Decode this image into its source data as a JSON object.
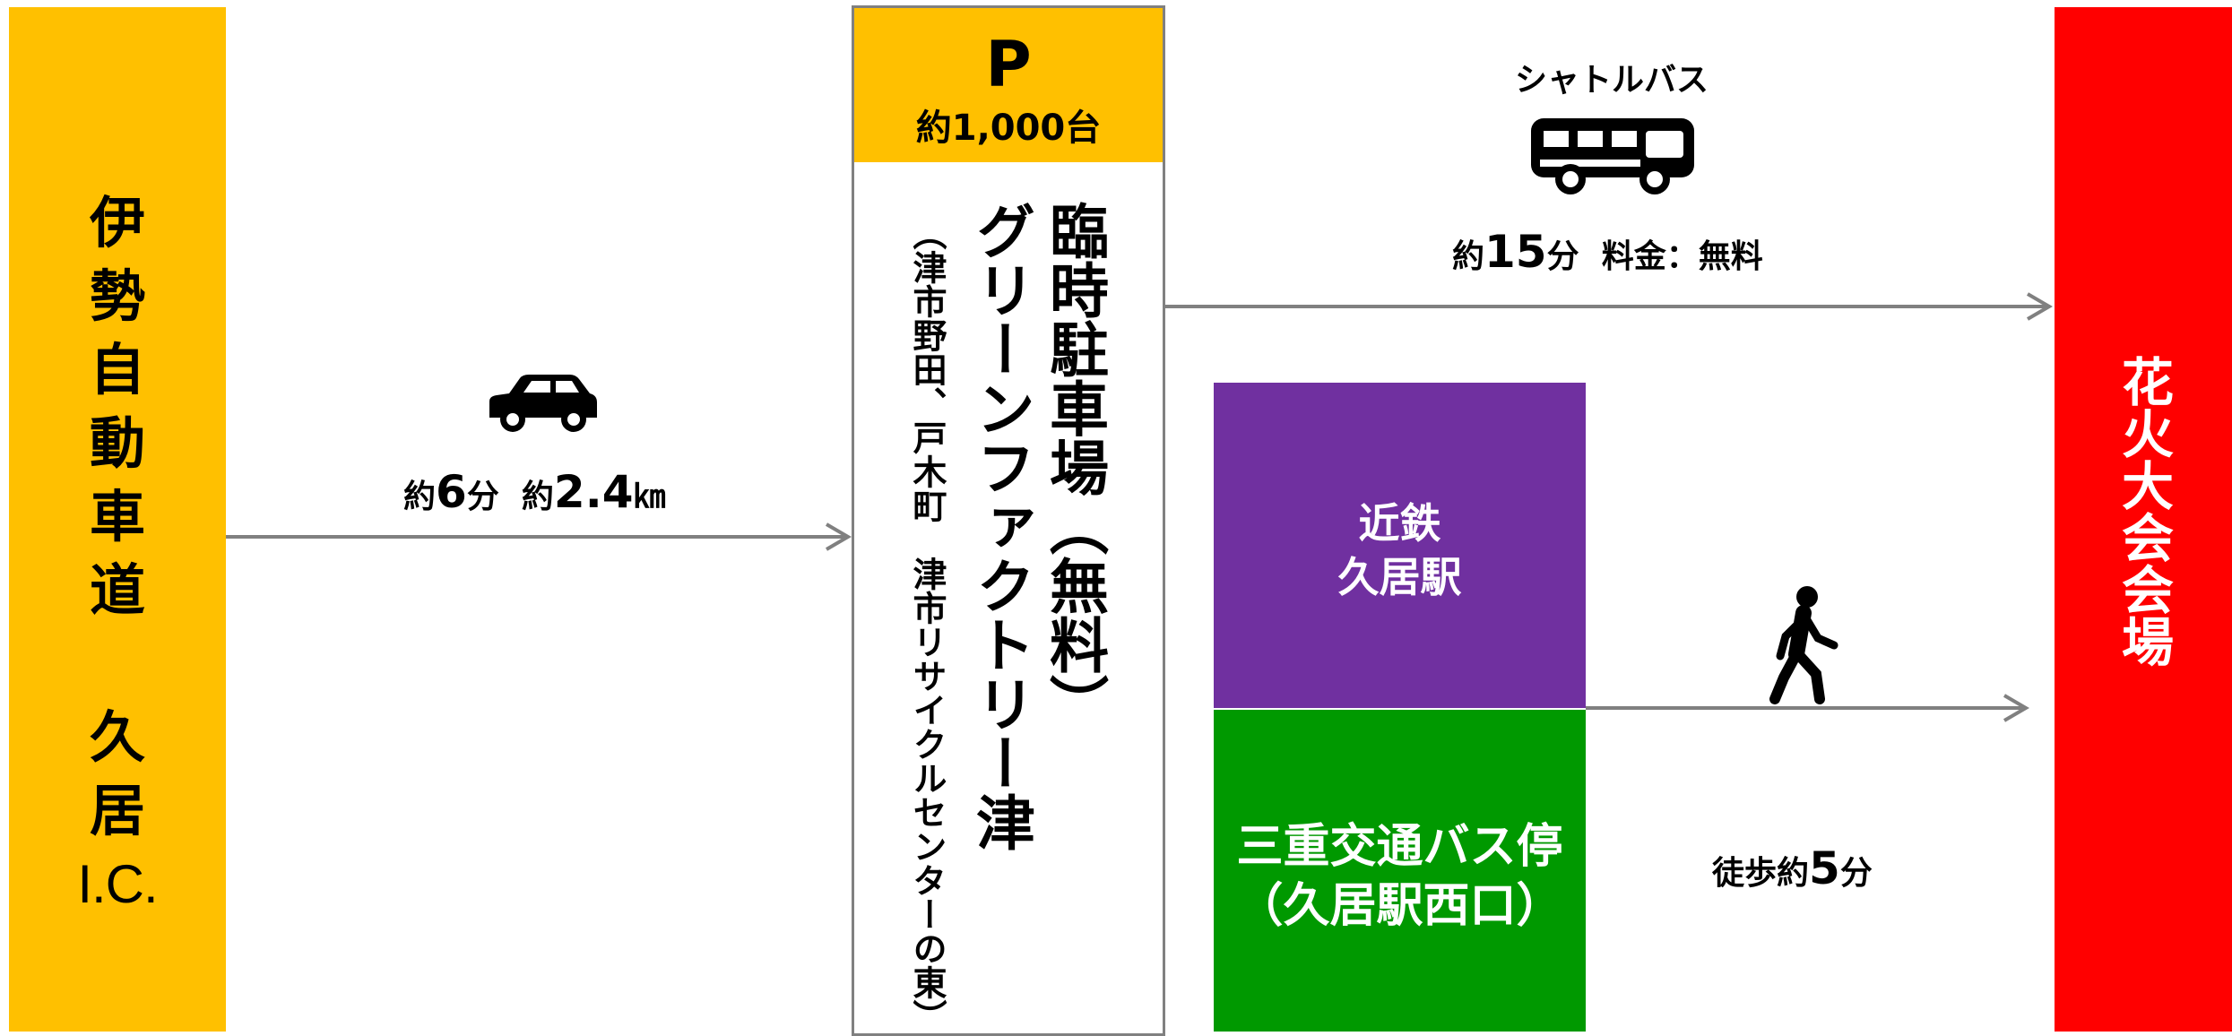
{
  "colors": {
    "ic_bg": "#FFC000",
    "venue_bg": "#FF0000",
    "parking_head_bg": "#FFC000",
    "kintetsu_bg": "#7030A0",
    "mie_bg": "#009900",
    "arrow": "#808080"
  },
  "ic": {
    "line1": [
      "伊",
      "勢",
      "自",
      "動",
      "車",
      "道"
    ],
    "line2": [
      "久",
      "居"
    ],
    "line3": "I.C."
  },
  "car": {
    "icon": "car-icon",
    "time_prefix": "約",
    "time_num": "6",
    "time_unit": "分",
    "dist_prefix": "約",
    "dist_num": "2.4",
    "dist_unit": "㎞"
  },
  "parking": {
    "letter": "P",
    "capacity": "約1,000台",
    "title": "臨時駐車場（無料）",
    "name": "グリーンファクトリー津",
    "address": "（津市野田、戸木町　津市リサイクルセンターの東）"
  },
  "shuttle": {
    "title": "シャトルバス",
    "icon": "bus-icon",
    "time_prefix": "約",
    "time_num": "15",
    "time_unit": "分",
    "fare": "料金：無料"
  },
  "kintetsu": {
    "line1": "近鉄",
    "line2": "久居駅"
  },
  "mie_bus": {
    "line1": "三重交通バス停",
    "line2": "（久居駅西口）"
  },
  "walk": {
    "icon": "walking-person-icon",
    "prefix": "徒歩約",
    "num": "5",
    "unit": "分"
  },
  "venue": {
    "label": "花火大会会場"
  }
}
